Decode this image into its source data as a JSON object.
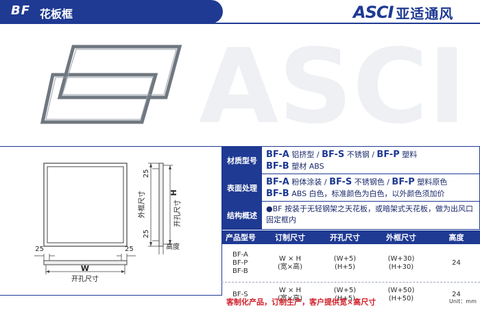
{
  "header": {
    "model": "BF",
    "name": "花板框"
  },
  "brand": {
    "logo_mark": "ASCI",
    "logo_cn": "亚适通风",
    "watermark": "ASCI"
  },
  "spec": {
    "material": {
      "label": "材质型号",
      "line1": [
        {
          "code": "BF-A",
          "desc": "铝挤型 /"
        },
        {
          "code": "BF-S",
          "desc": "不锈钢 /"
        },
        {
          "code": "BF-P",
          "desc": "塑料"
        }
      ],
      "line2": [
        {
          "code": "BF-B",
          "desc": "塑材 ABS"
        }
      ]
    },
    "surface": {
      "label": "表面处理",
      "line1": [
        {
          "code": "BF-A",
          "desc": "粉体涂装 /"
        },
        {
          "code": "BF-S",
          "desc": "不锈钢色 /"
        },
        {
          "code": "BF-P",
          "desc": "塑料原色"
        }
      ],
      "line2": [
        {
          "code": "BF-B",
          "desc": "ABS 白色，标准颜色为白色，以外颜色须加价"
        }
      ]
    },
    "structure": {
      "label": "结构概述",
      "text": "●BF 按装于无轻钢架之天花板，或暗架式天花板，做为出风口固定框内"
    }
  },
  "product_table": {
    "headers": [
      "产品型号",
      "订制尺寸",
      "开孔尺寸",
      "外框尺寸",
      "高度"
    ],
    "rows": [
      {
        "models": [
          "BF-A",
          "BF-P",
          "BF-B"
        ],
        "custom": [
          "W × H",
          "(宽×高)"
        ],
        "hole": [
          "(W+5)",
          "(H+5)"
        ],
        "frame": [
          "(W+30)",
          "(H+30)"
        ],
        "height": "24"
      },
      {
        "models": [
          "BF-S"
        ],
        "custom": [
          "W × H",
          "(宽×高)"
        ],
        "hole": [
          "(W+5)",
          "(H+5)"
        ],
        "frame": [
          "(W+50)",
          "(H+50)"
        ],
        "height": "24"
      }
    ]
  },
  "drawing": {
    "dim_25_left": "25",
    "dim_25_right": "25",
    "dim_w": "W",
    "dim_w_label": "开孔尺寸",
    "dim_25_top": "25",
    "dim_25_bottom": "25",
    "dim_outer_label": "外框尺寸",
    "dim_h": "H",
    "dim_h_label": "开孔尺寸",
    "dim_height_label": "高度"
  },
  "footer": {
    "note": "客制化产品，订制生产，客户提供宽×高尺寸",
    "unit": "Unit：mm"
  },
  "colors": {
    "brand_blue": "#1f3a93",
    "note_red": "#d0212b",
    "frame_gray": "#6f7780"
  }
}
